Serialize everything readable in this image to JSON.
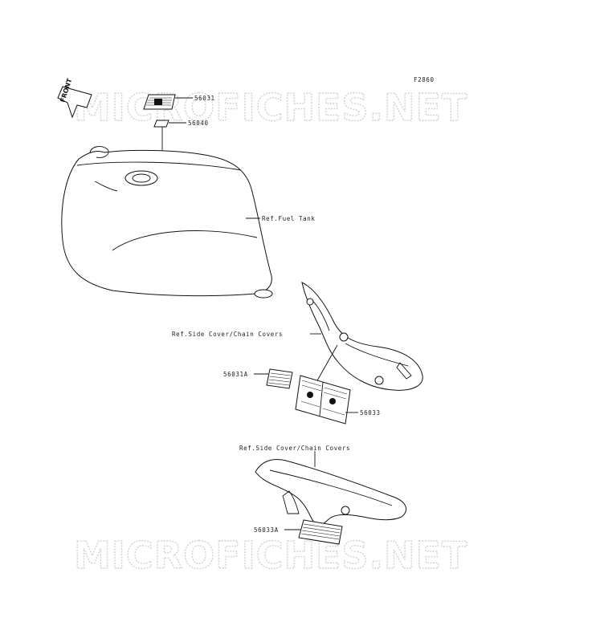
{
  "figure_code": "F2860",
  "watermark": "MICROFICHES.NET",
  "front_arrow": "FRONT",
  "labels": {
    "p56031": "56031",
    "p56040": "56040",
    "fuel_tank": "Ref.Fuel Tank",
    "side_cover_1": "Ref.Side Cover/Chain Covers",
    "p56031a": "56031A",
    "p56033": "56033",
    "side_cover_2": "Ref.Side Cover/Chain Covers",
    "p56033a": "56033A"
  }
}
